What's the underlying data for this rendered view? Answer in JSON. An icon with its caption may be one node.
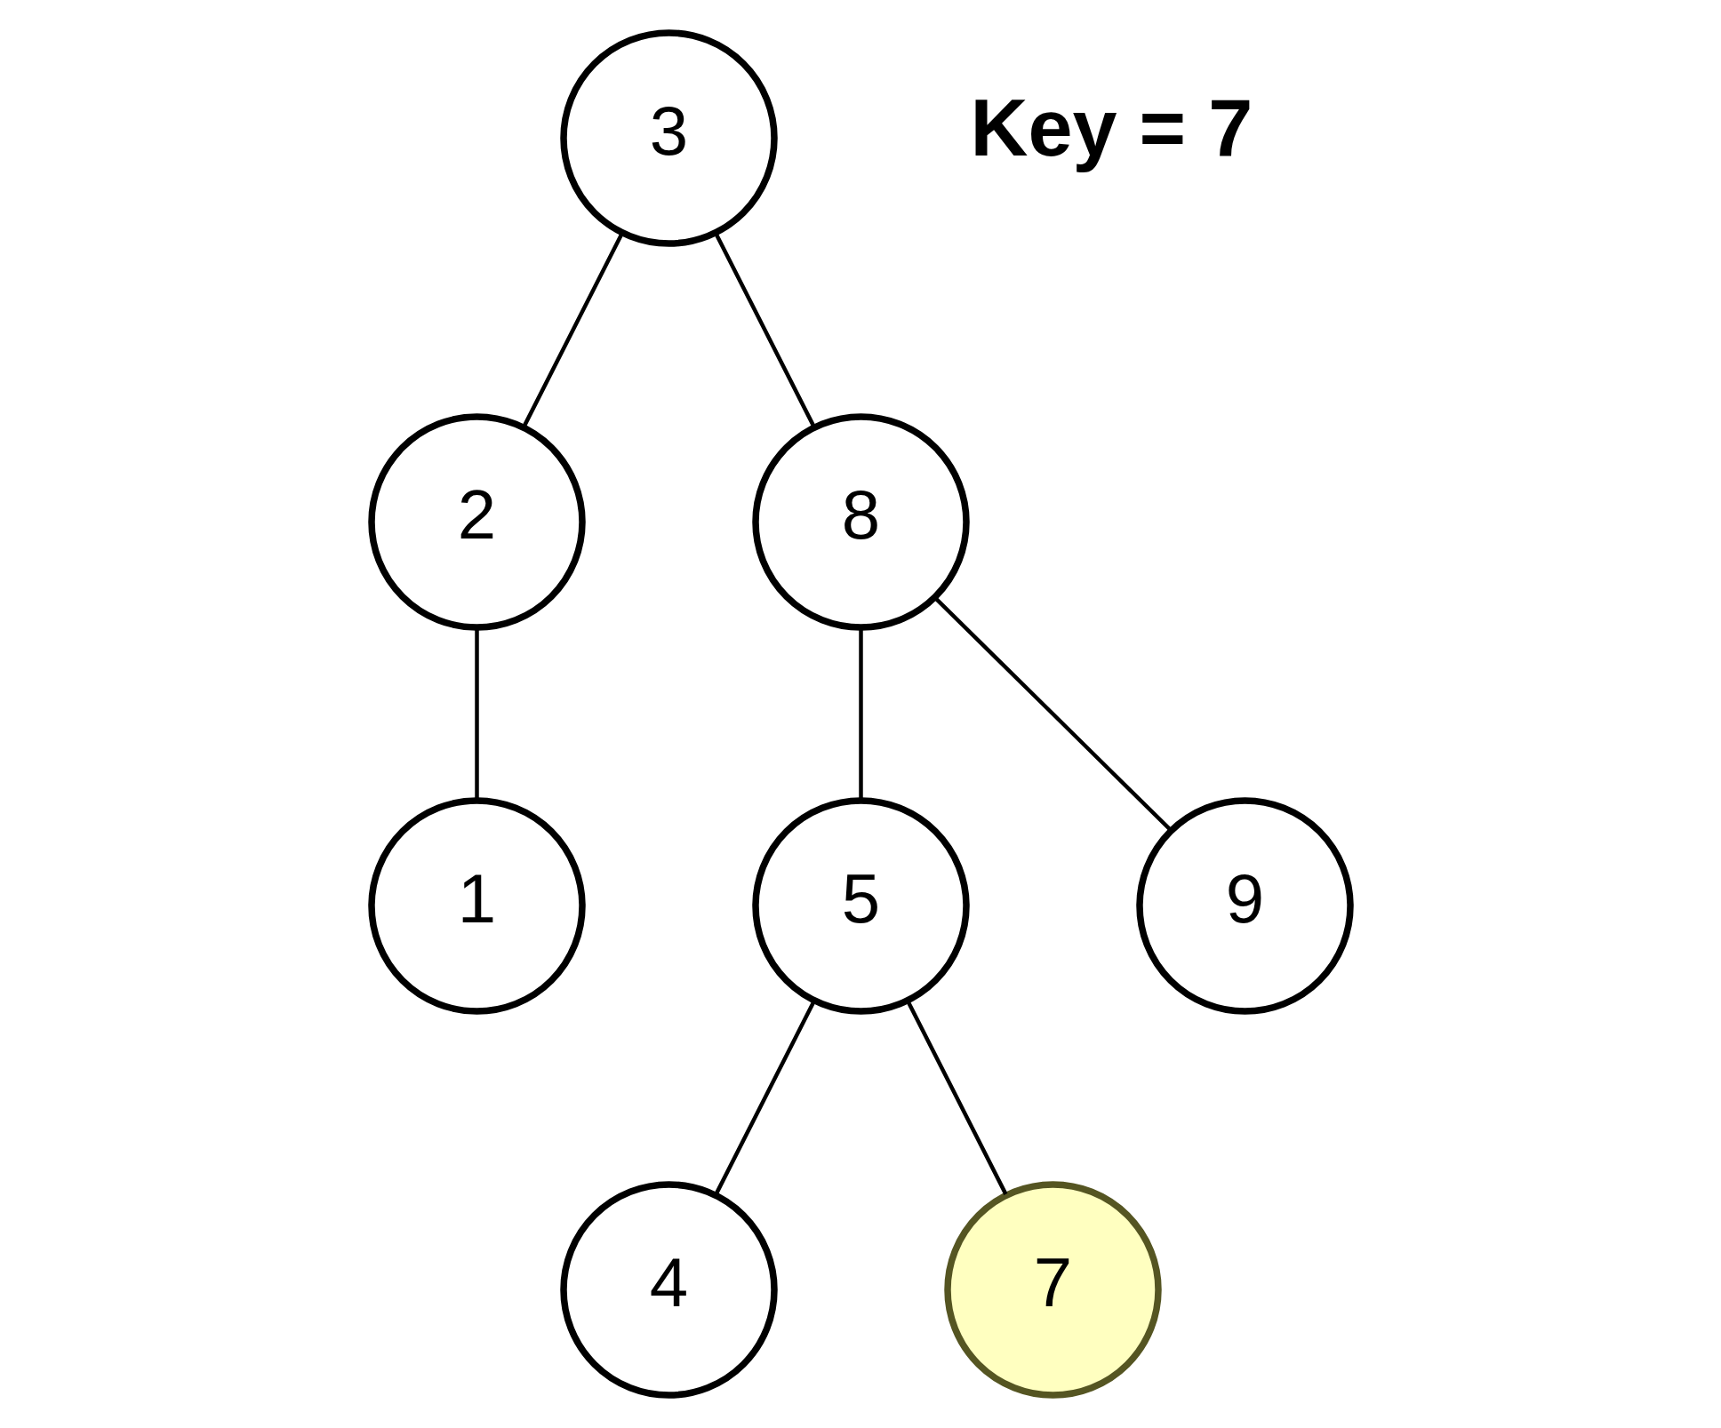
{
  "diagram": {
    "nodes": [
      {
        "text": [
          "3"
        ]
      },
      {
        "text": [
          "2"
        ]
      },
      {
        "text": [
          "8"
        ]
      },
      {
        "text": [
          "1"
        ]
      },
      {
        "text": [
          "5"
        ]
      },
      {
        "text": [
          "9"
        ]
      },
      {
        "text": [
          "4"
        ]
      },
      {
        "text": [
          "7"
        ]
      }
    ],
    "edges": [
      {
        "from": 0,
        "to": 1,
        "arrow": "none"
      },
      {
        "from": 0,
        "to": 2,
        "arrow": "none"
      },
      {
        "from": 1,
        "to": 3,
        "arrow": "none"
      },
      {
        "from": 2,
        "to": 4,
        "arrow": "none"
      },
      {
        "from": 2,
        "to": 5,
        "arrow": "none"
      },
      {
        "from": 4,
        "to": 6,
        "arrow": "none"
      },
      {
        "from": 4,
        "to": 7,
        "arrow": "none"
      }
    ],
    "labels": [
      "Key = 7"
    ]
  }
}
